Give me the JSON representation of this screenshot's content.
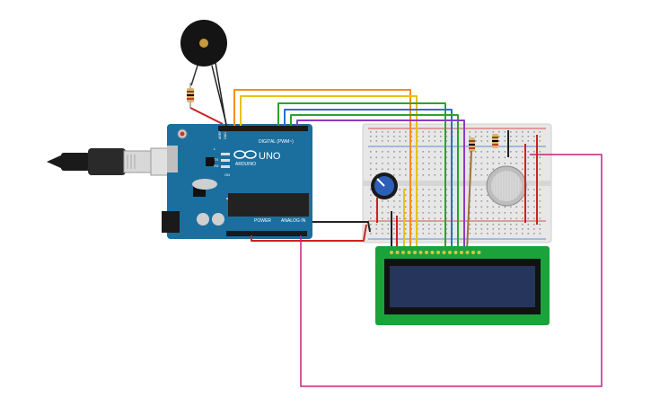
{
  "arduino": {
    "brand": "ARDUINO",
    "model": "UNO",
    "digital_label": "DIGITAL (PWM~)",
    "power_label": "POWER",
    "analog_label": "ANALOG IN",
    "tx_label": "TX",
    "rx_label": "RX",
    "on_label": "ON",
    "l_label": "L",
    "aref_label": "AREF",
    "gnd_label": "GND"
  },
  "colors": {
    "board": "#1b6f9e",
    "breadboard": "#e7e7e7",
    "lcd_body": "#1aa33a",
    "lcd_screen": "#26355c",
    "wire_red": "#d02020",
    "wire_black": "#222222",
    "wire_orange": "#f0901a",
    "wire_yellow": "#e6c21a",
    "wire_green": "#30a030",
    "wire_blue": "#2c6fd0",
    "wire_purple": "#8a3cc8",
    "wire_magenta": "#c8207a",
    "wire_brown": "#a0703a"
  }
}
